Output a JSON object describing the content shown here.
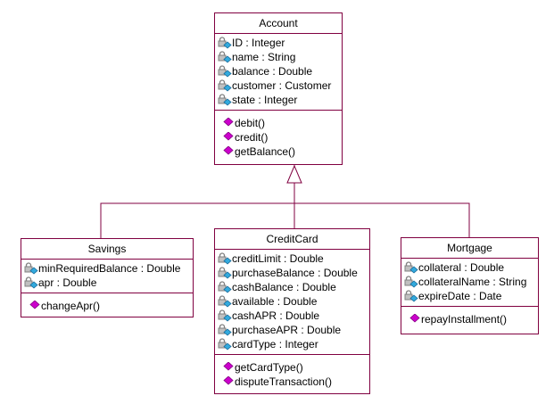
{
  "colors": {
    "border": "#800040",
    "method_icon": "#cc00cc",
    "attr_icon_lock": "#808080",
    "attr_icon_diamond": "#33aadd"
  },
  "classes": {
    "account": {
      "name": "Account",
      "attributes": [
        "ID : Integer",
        "name : String",
        "balance : Double",
        "customer : Customer",
        "state : Integer"
      ],
      "operations": [
        "debit()",
        "credit()",
        "getBalance()"
      ]
    },
    "savings": {
      "name": "Savings",
      "attributes": [
        "minRequiredBalance : Double",
        "apr : Double"
      ],
      "operations": [
        "changeApr()"
      ]
    },
    "creditcard": {
      "name": "CreditCard",
      "attributes": [
        "creditLimit : Double",
        "purchaseBalance : Double",
        "cashBalance : Double",
        "available : Double",
        "cashAPR : Double",
        "purchaseAPR : Double",
        "cardType : Integer"
      ],
      "operations": [
        "getCardType()",
        "disputeTransaction()"
      ]
    },
    "mortgage": {
      "name": "Mortgage",
      "attributes": [
        "collateral : Double",
        "collateralName : String",
        "expireDate : Date"
      ],
      "operations": [
        "repayInstallment()"
      ]
    }
  }
}
